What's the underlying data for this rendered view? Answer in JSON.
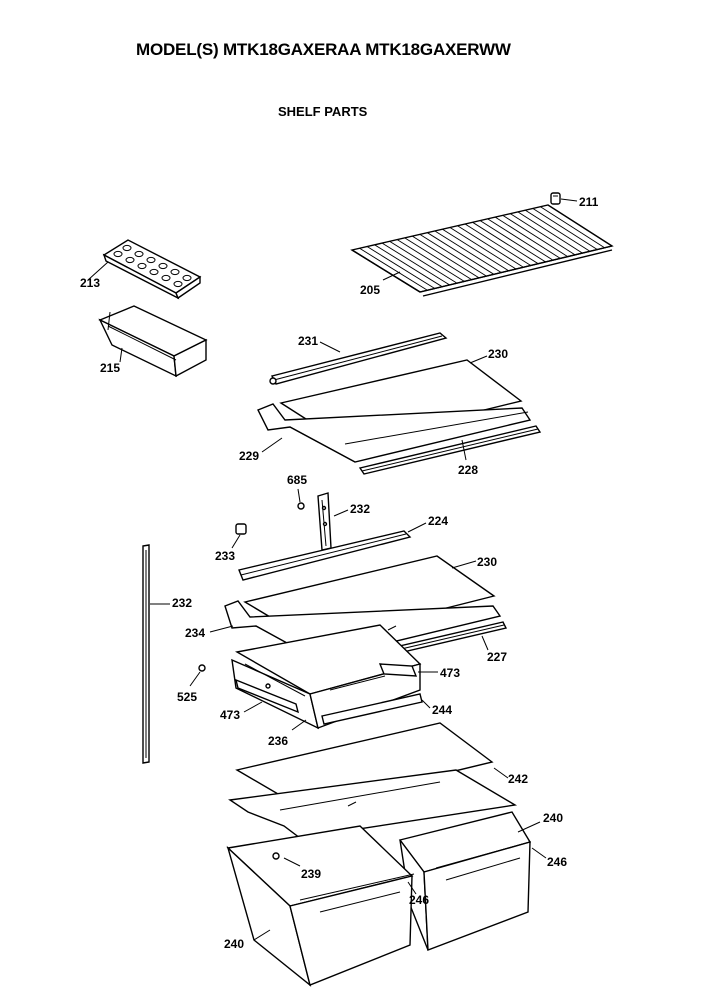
{
  "header": {
    "model": "MODEL(S) MTK18GAXERAA  MTK18GAXERWW",
    "section": "SHELF PARTS"
  },
  "callouts": {
    "p211": "211",
    "p205": "205",
    "p213": "213",
    "p215": "215",
    "p231": "231",
    "p230a": "230",
    "p229": "229",
    "p228": "228",
    "p685": "685",
    "p232a": "232",
    "p224": "224",
    "p233": "233",
    "p230b": "230",
    "p232b": "232",
    "p234": "234",
    "p227": "227",
    "p473a": "473",
    "p525": "525",
    "p473b": "473",
    "p244": "244",
    "p236": "236",
    "p242": "242",
    "p240a": "240",
    "p246a": "246",
    "p239": "239",
    "p246b": "246",
    "p240b": "240"
  }
}
